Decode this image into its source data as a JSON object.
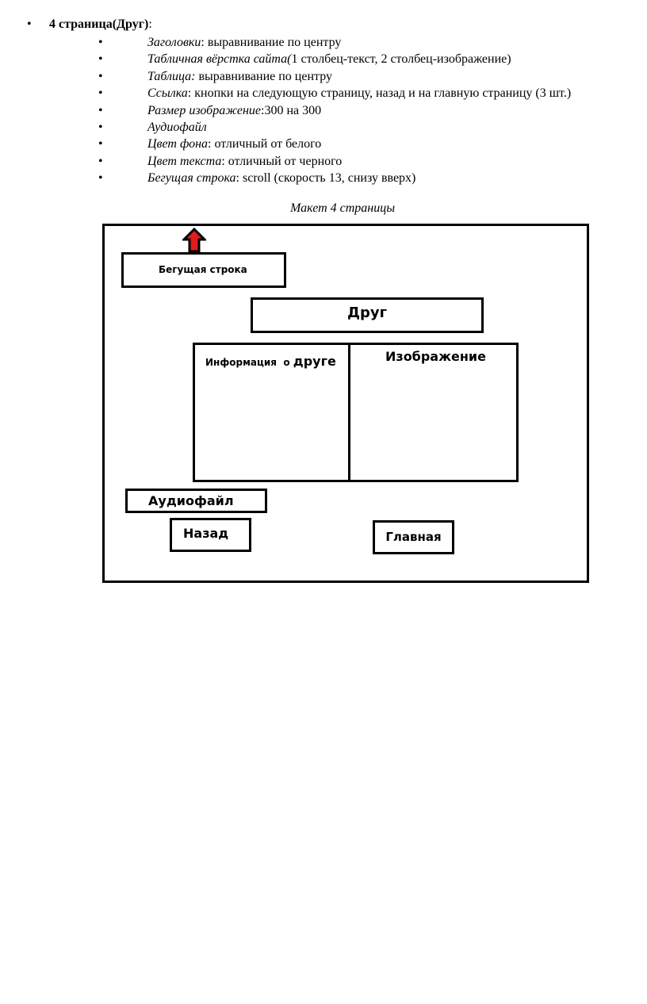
{
  "page": {
    "heading": {
      "title": "4 страница(Друг)",
      "colon": ":"
    },
    "requirements": [
      {
        "term": "Заголовки",
        "sep": ": ",
        "value": "выравнивание по центру"
      },
      {
        "term": "Табличная вёрстка сайта(",
        "sep": "",
        "value": "1 столбец-текст, 2 столбец-изображение)"
      },
      {
        "term": "Таблица:",
        "sep": " ",
        "value": "выравнивание по центру"
      },
      {
        "term": "Ссылка",
        "sep": ": ",
        "value": "кнопки на следующую страницу, назад и на главную страницу (3 шт.)"
      },
      {
        "term": "Размер изображение",
        "sep": ":",
        "value": "300 на 300"
      },
      {
        "term": "Аудиофайл",
        "sep": "",
        "value": ""
      },
      {
        "term": "Цвет фона",
        "sep": ": ",
        "value": "отличный от белого"
      },
      {
        "term": "Цвет текста",
        "sep": ": ",
        "value": "отличный от черного"
      },
      {
        "term": "Бегущая строка",
        "sep": ": ",
        "value": "scroll (скорость 13, снизу вверх)"
      }
    ],
    "caption": "Макет 4 страницы"
  },
  "mockup": {
    "arrow_color": "#e01b1b",
    "arrow_icon": "arrow-up-icon",
    "marquee_label": "Бегущая строка",
    "title_label": "Друг",
    "info_cell": {
      "part1": "Информация",
      "part2": "о",
      "part3": "друге"
    },
    "image_cell": "Изображение",
    "audio_label": "Аудиофайл",
    "back_label": "Назад",
    "home_label": "Главная"
  }
}
